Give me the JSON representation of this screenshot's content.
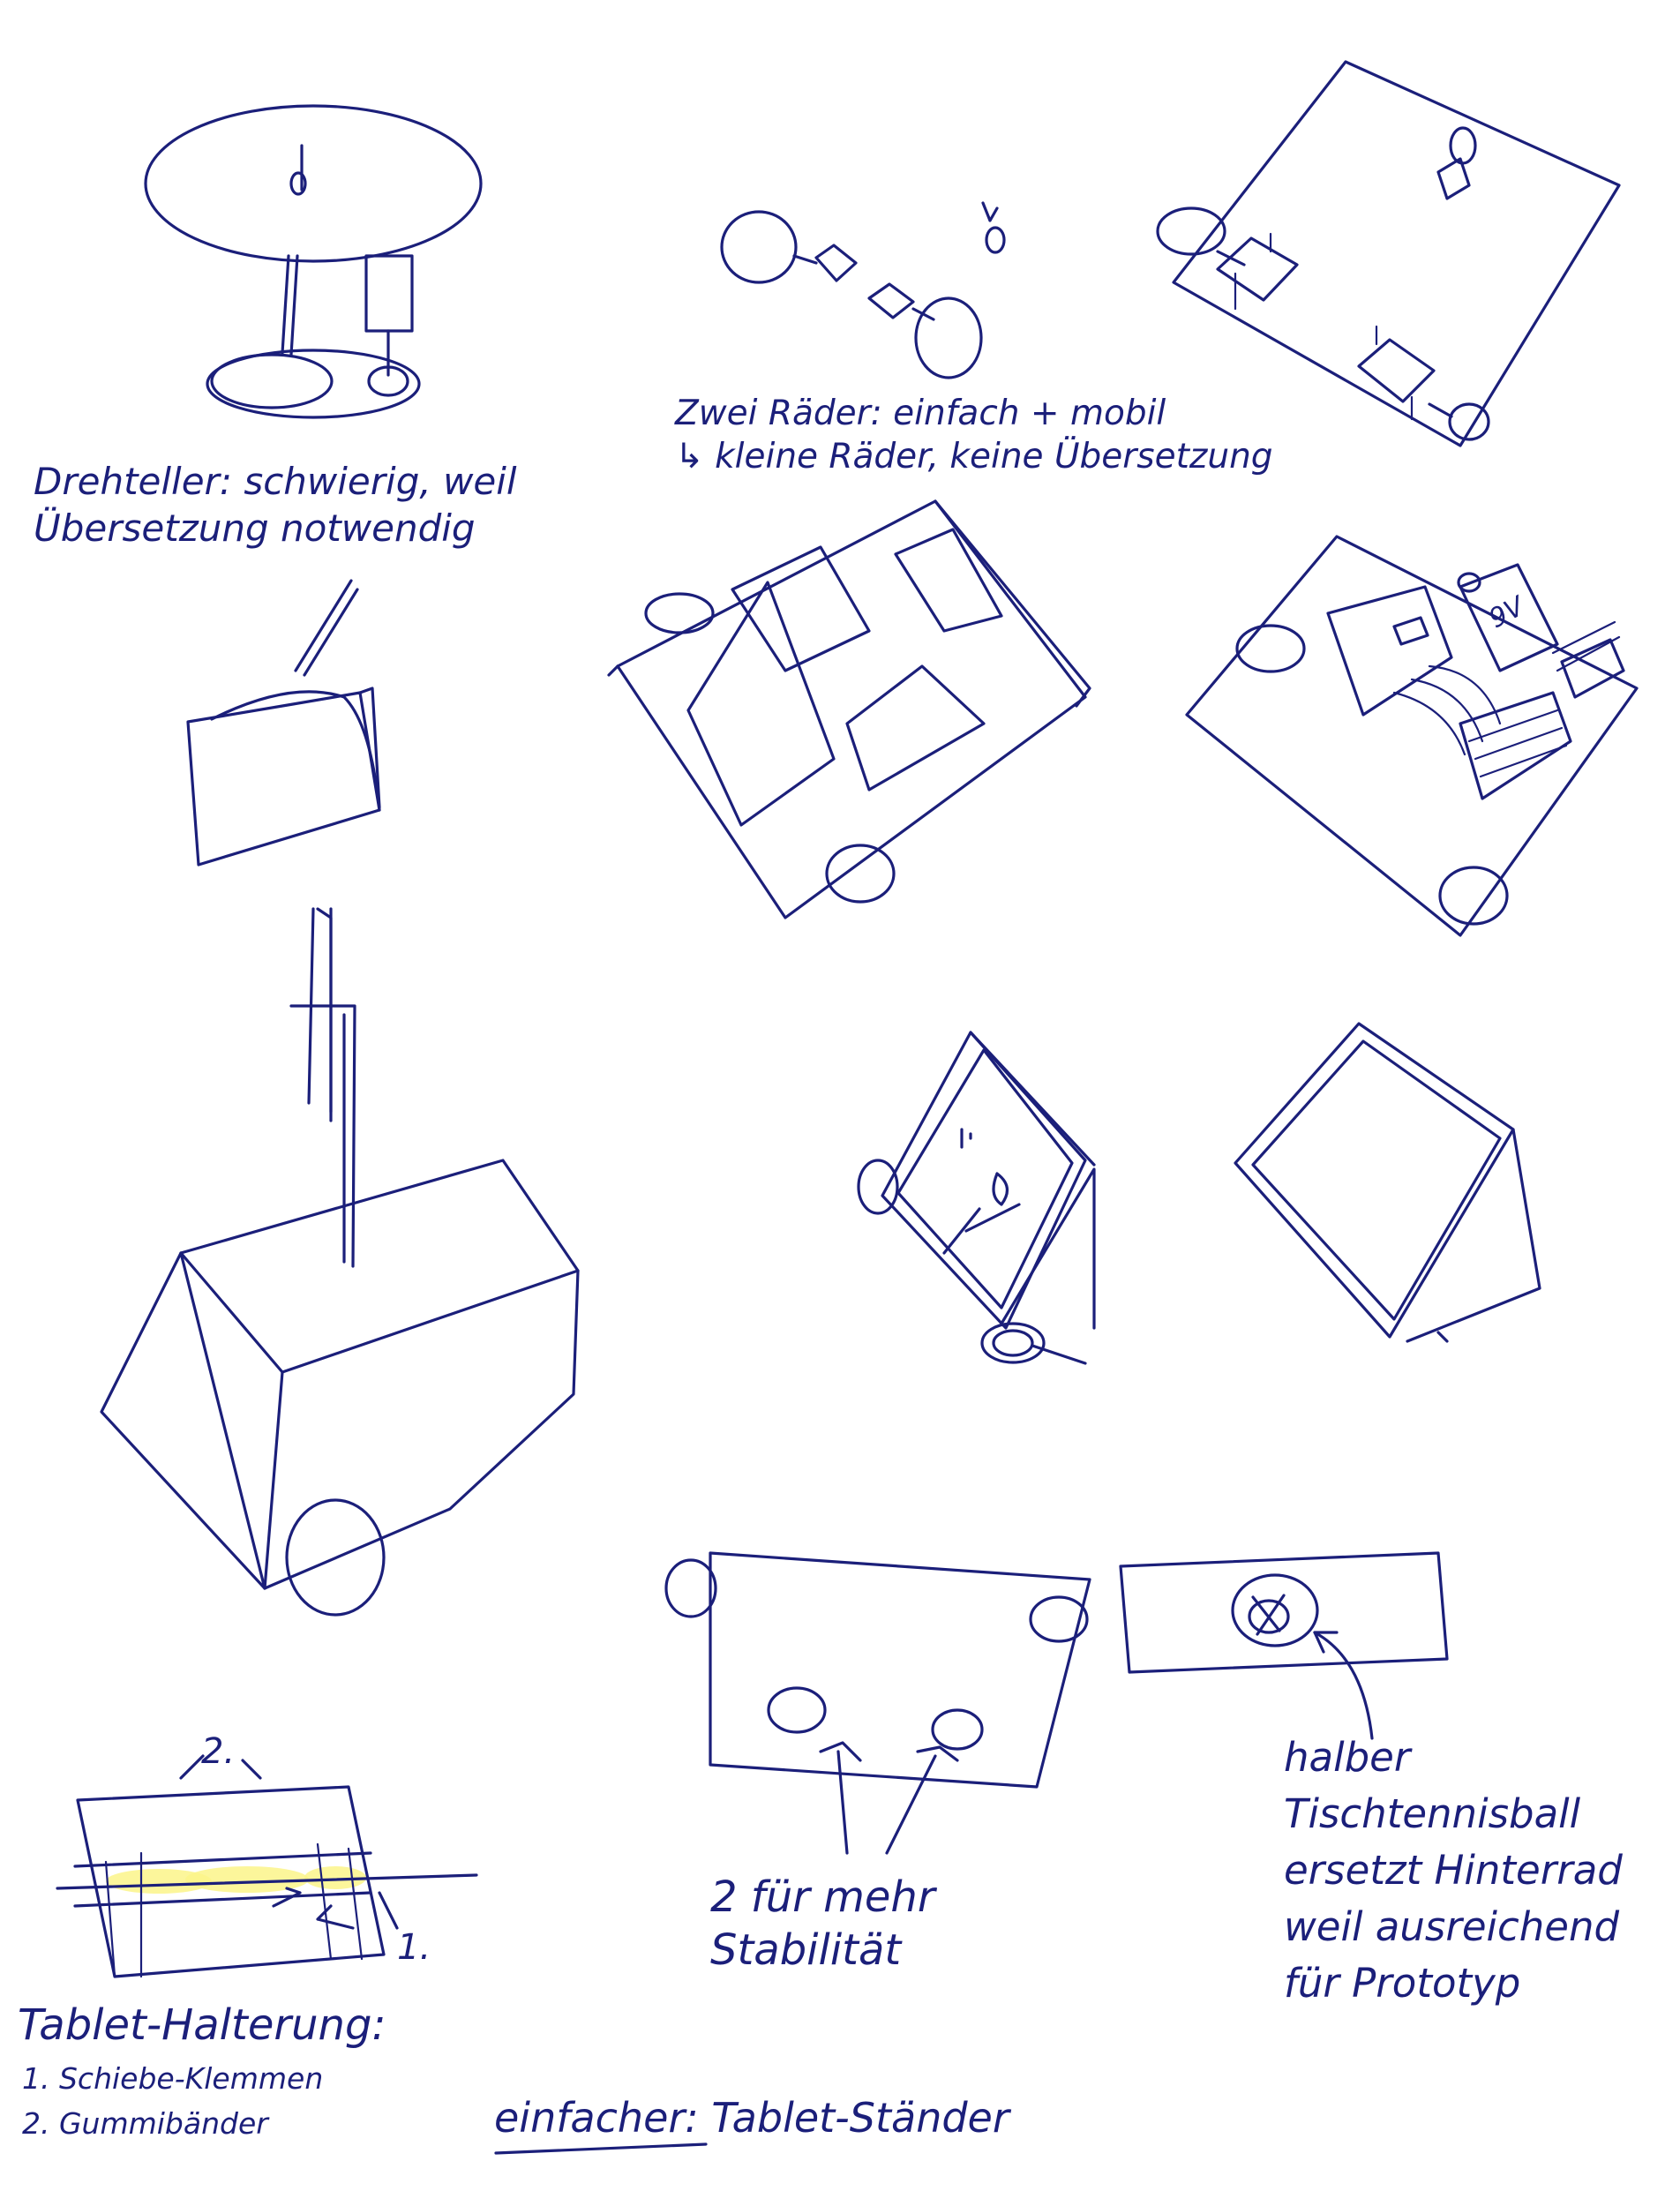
{
  "notes": {
    "drehteller": [
      "Drehteller: schwierig, weil",
      "Übersetzung notwendig"
    ],
    "zwei_raeder": [
      "Zwei Räder: einfach + mobil",
      "↳ kleine Räder, keine Übersetzung"
    ],
    "battery": "9V",
    "stabilitaet": [
      "2 für mehr",
      "Stabilität"
    ],
    "tischtennisball": [
      "halber",
      "Tischtennisball",
      "ersetzt Hinterrad",
      "weil ausreichend",
      "für Prototyp"
    ],
    "halterung_title": "Tablet-Halterung:",
    "halterung_items": [
      "1. Schiebe-Klemmen",
      "2. Gummibänder"
    ],
    "marker_1": "1.",
    "marker_2": "2.",
    "einfacher_label": "einfacher:",
    "einfacher_value": "Tablet-Ständer"
  },
  "colors": {
    "ink": "#1b1f7a",
    "highlight": "#fbf58a",
    "paper": "#ffffff"
  }
}
